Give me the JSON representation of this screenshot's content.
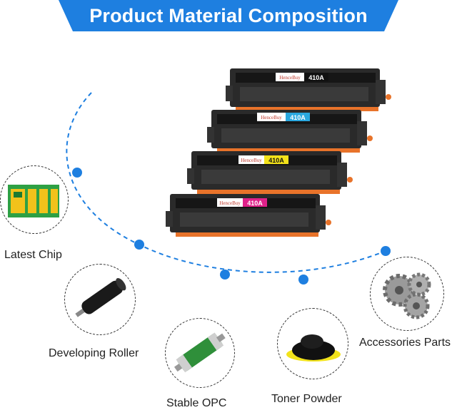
{
  "header": {
    "title": "Product Material Composition"
  },
  "cartridges": [
    {
      "brand": "HenceBuy",
      "model": "410A",
      "color": "black",
      "label_hex": "#111111"
    },
    {
      "brand": "HenceBuy",
      "model": "410A",
      "color": "cyan",
      "label_hex": "#2aa8e0"
    },
    {
      "brand": "HenceBuy",
      "model": "410A",
      "color": "yellow",
      "label_hex": "#f3e21a"
    },
    {
      "brand": "HenceBuy",
      "model": "410A",
      "color": "magenta",
      "label_hex": "#e0218a"
    }
  ],
  "components": [
    {
      "name": "Latest Chip",
      "icon": "chip-icon"
    },
    {
      "name": "Developing Roller",
      "icon": "roller-icon"
    },
    {
      "name": "Stable OPC",
      "icon": "opc-drum-icon"
    },
    {
      "name": "Toner Powder",
      "icon": "toner-powder-icon"
    },
    {
      "name": "Accessories Parts",
      "icon": "gears-icon"
    }
  ],
  "colors": {
    "banner": "#1e7fe0",
    "dot": "#1e7fe0",
    "accent_orange": "#e8732a"
  }
}
